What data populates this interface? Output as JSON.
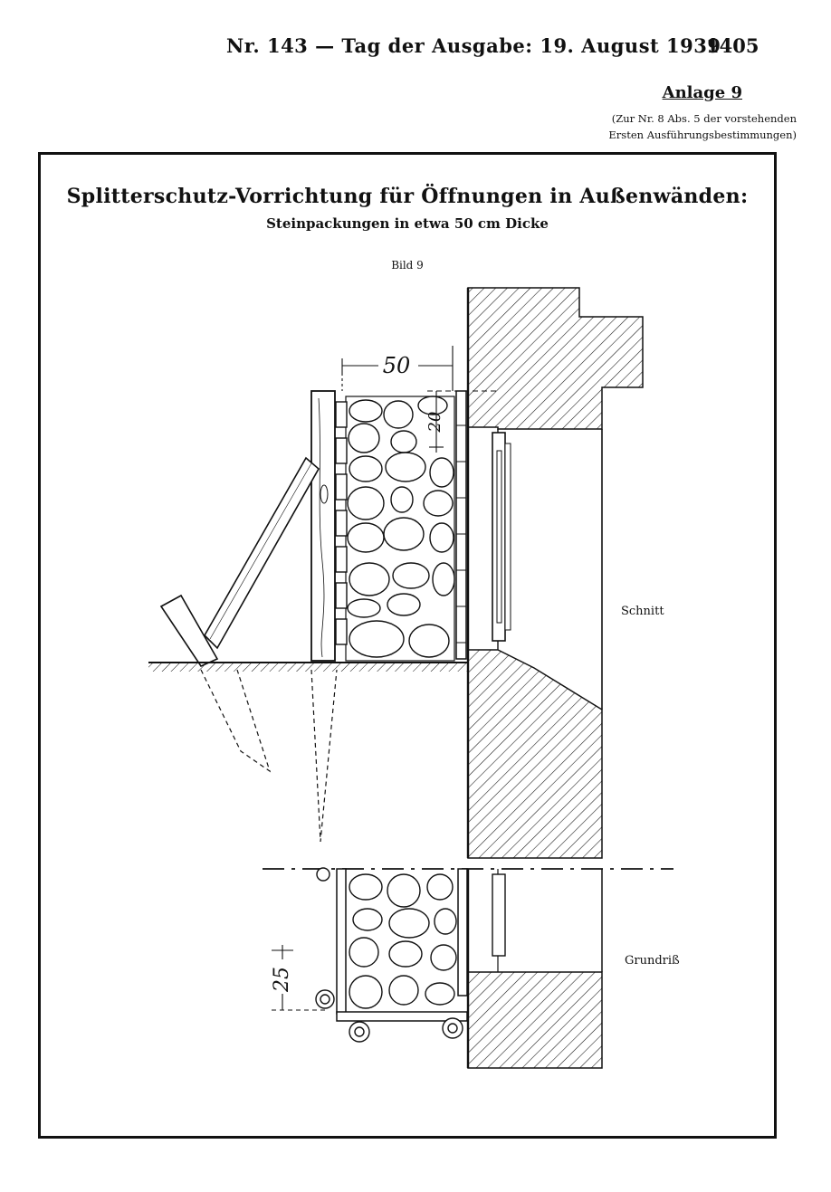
{
  "header": {
    "issue_line": "Nr. 143 — Tag der Ausgabe: 19. August 1939",
    "page_number": "1405"
  },
  "annex": {
    "label": "Anlage 9",
    "reference_line1": "(Zur Nr. 8 Abs. 5 der vorstehenden",
    "reference_line2": "Ersten Ausführungsbestimmungen)"
  },
  "figure": {
    "title": "Splitterschutz-Vorrichtung für Öffnungen in Außenwänden:",
    "subtitle": "Steinpackungen in etwa 50 cm Dicke",
    "label": "Bild 9",
    "section_label": "Schnitt",
    "plan_label": "Grundriß",
    "dim_width": "50",
    "dim_gap": "20",
    "dim_plan": "25"
  }
}
